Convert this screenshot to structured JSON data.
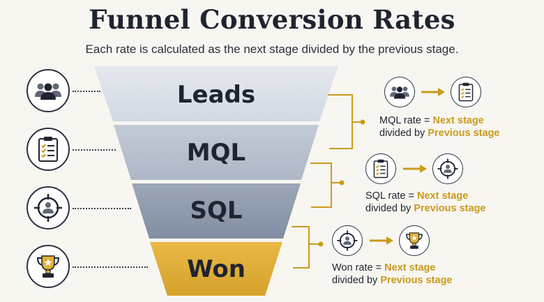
{
  "header": {
    "title": "Funnel Conversion Rates",
    "subtitle": "Each rate is calculated as the next stage divided by the previous stage."
  },
  "stages": [
    {
      "label": "Leads",
      "icon": "people-icon",
      "color": "#dfe3ea"
    },
    {
      "label": "MQL",
      "icon": "clipboard-checklist-icon",
      "color": "#b9c2d0"
    },
    {
      "label": "SQL",
      "icon": "target-person-icon",
      "color": "#8f9bae"
    },
    {
      "label": "Won",
      "icon": "trophy-icon",
      "color": "#e2b13c"
    }
  ],
  "rates": [
    {
      "prefix": "MQL rate = ",
      "next": "Next stage",
      "divided": "divided by ",
      "previous": "Previous stage",
      "from_icon": "people-icon",
      "to_icon": "clipboard-checklist-icon"
    },
    {
      "prefix": "SQL rate = ",
      "next": "Next stage",
      "divided": "divided by ",
      "previous": "Previous stage",
      "from_icon": "clipboard-checklist-icon",
      "to_icon": "target-person-icon"
    },
    {
      "prefix": "Won rate = ",
      "next": "Next stage",
      "divided": "divided by ",
      "previous": "Previous stage",
      "from_icon": "target-person-icon",
      "to_icon": "trophy-icon"
    }
  ],
  "colors": {
    "accent": "#c99a1c",
    "bracket": "#c99a1c",
    "dark": "#1f2430"
  }
}
